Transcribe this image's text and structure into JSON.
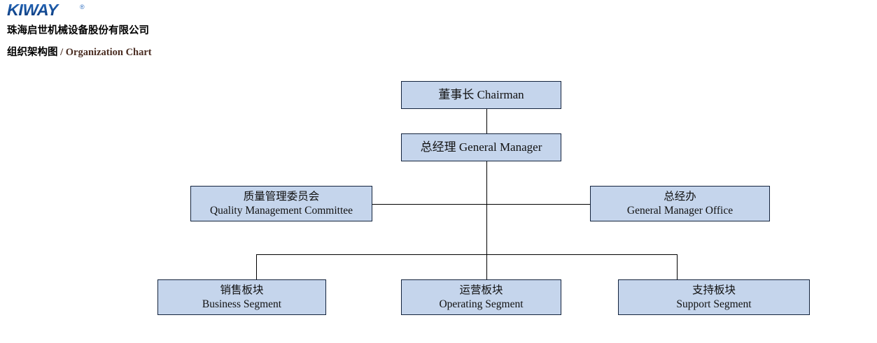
{
  "header": {
    "logo_text": "KIWAY",
    "logo_registered": "®",
    "company_name": "珠海启世机械设备股份有限公司",
    "title_cn": "组织架构图",
    "title_en": "/ Organization Chart"
  },
  "colors": {
    "node_fill": "#c5d5ec",
    "node_border": "#13233d",
    "connector": "#000000",
    "logo_blue": "#17529f",
    "title_en_color": "#4a2d22"
  },
  "chart": {
    "nodes": [
      {
        "id": "chairman",
        "line1": "董事长 Chairman",
        "line2": ""
      },
      {
        "id": "general-manager",
        "line1": "总经理 General Manager",
        "line2": ""
      },
      {
        "id": "quality-management-committee",
        "line1": "质量管理委员会",
        "line2": "Quality Management Committee"
      },
      {
        "id": "general-manager-office",
        "line1": "总经办",
        "line2": "General Manager Office"
      },
      {
        "id": "business-segment",
        "line1": "销售板块",
        "line2": "Business Segment"
      },
      {
        "id": "operating-segment",
        "line1": "运营板块",
        "line2": "Operating Segment"
      },
      {
        "id": "support-segment",
        "line1": "支持板块",
        "line2": "Support Segment"
      }
    ]
  }
}
